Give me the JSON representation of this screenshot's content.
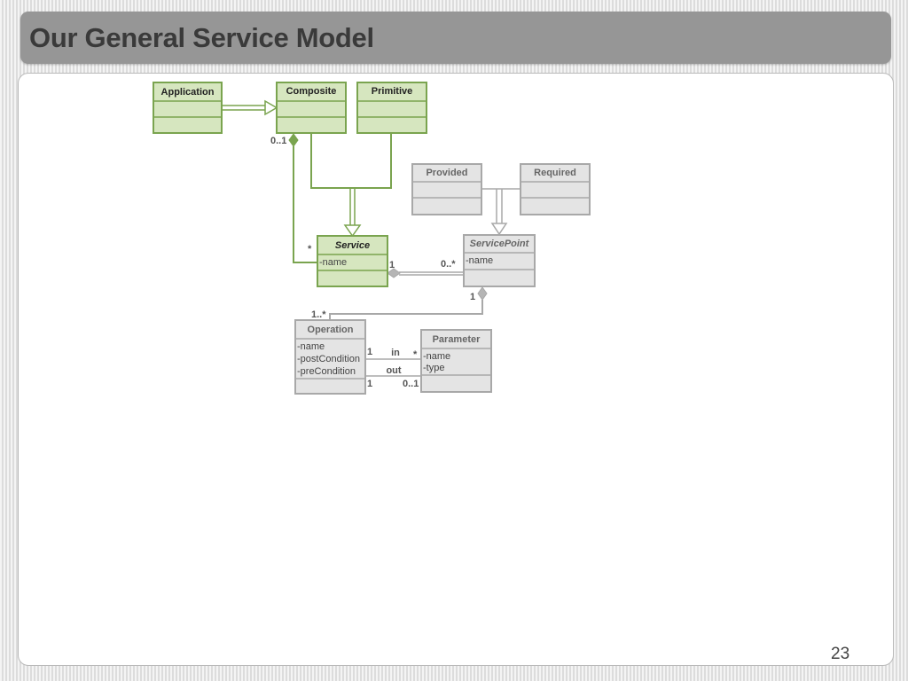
{
  "slide": {
    "title": "Our General Service Model",
    "page_number": "23"
  },
  "colors": {
    "green_fill": "#d6e6bf",
    "green_stroke": "#7aa44f",
    "gray_fill": "#e4e4e4",
    "gray_stroke": "#a8a8a8"
  },
  "diagram": {
    "classes": {
      "application": {
        "name": "Application"
      },
      "composite": {
        "name": "Composite"
      },
      "primitive": {
        "name": "Primitive"
      },
      "provided": {
        "name": "Provided"
      },
      "required": {
        "name": "Required"
      },
      "service": {
        "name": "Service",
        "attributes": [
          "-name"
        ]
      },
      "service_point": {
        "name": "ServicePoint",
        "attributes": [
          "-name"
        ]
      },
      "operation": {
        "name": "Operation",
        "attributes": [
          "-name",
          "-postCondition",
          "-preCondition"
        ]
      },
      "parameter": {
        "name": "Parameter",
        "attributes": [
          "-name",
          "-type"
        ]
      }
    },
    "multiplicities": {
      "composite_service_end": "0..1",
      "service_end_star": "*",
      "service_sp_one": "1",
      "sp_many": "0..*",
      "sp_op_one": "1",
      "op_many": "1..*",
      "op_in_one": "1",
      "param_in_many": "*",
      "op_out_one": "1",
      "param_out_opt": "0..1"
    },
    "associations": {
      "in_label": "in",
      "out_label": "out"
    }
  }
}
